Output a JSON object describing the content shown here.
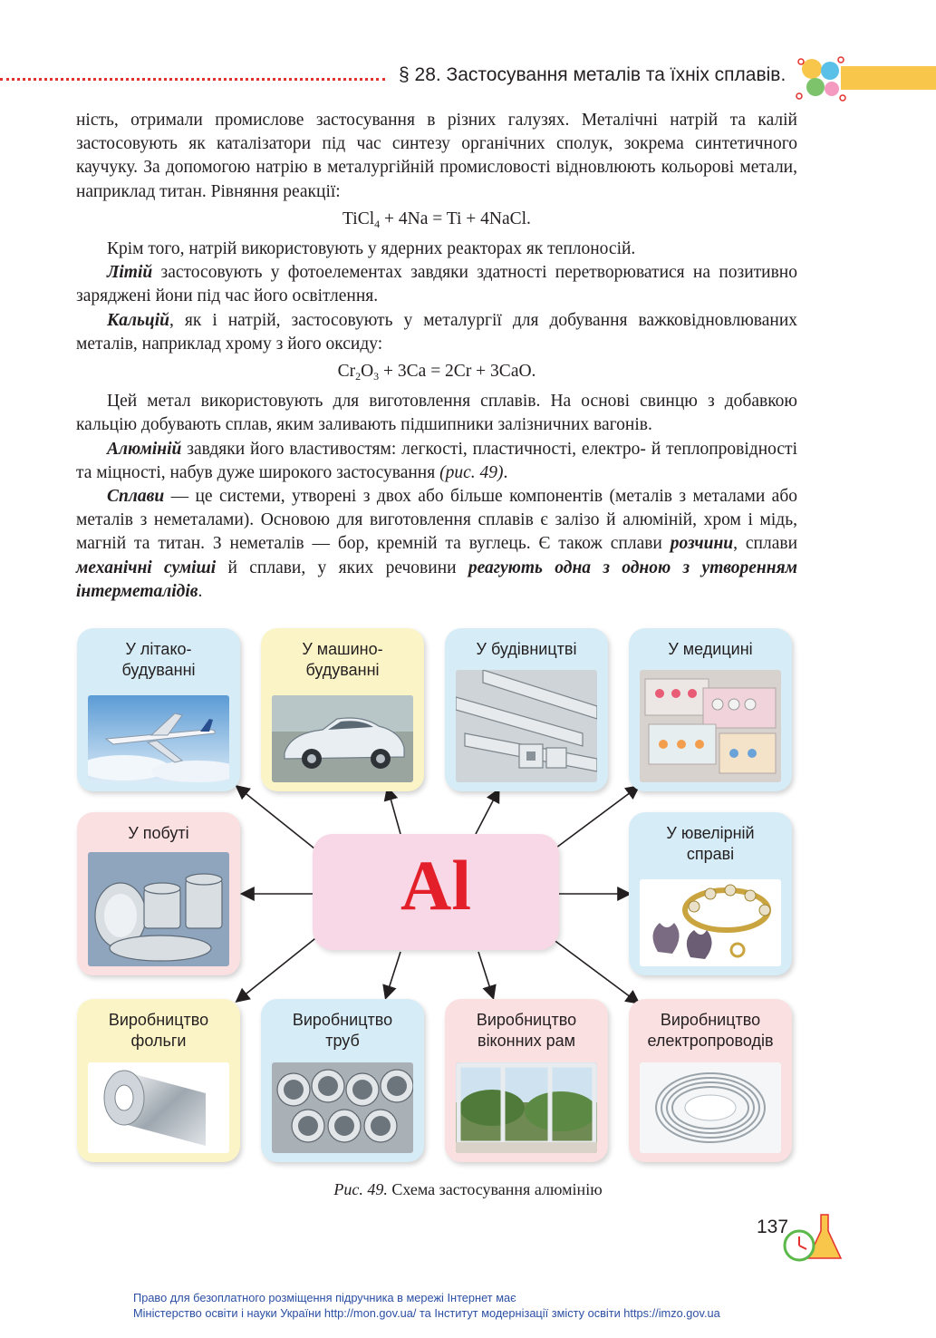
{
  "header": {
    "title": "§ 28. Застосування металів та їхніх сплавів."
  },
  "body": {
    "p1": "ність, отримали промислове застосування в різних галузях. Металічні натрій та калій застосовують як каталізатори під час синтезу органічних сполук, зокрема синтетичного каучуку. За допомогою натрію в металургійній промисловості відновлюють кольорові метали, наприклад титан. Рівняння реакції:",
    "eq1": {
      "a": "TiCl",
      "a_sub": "4",
      "rest": " + 4Na = Ti + 4NaCl."
    },
    "p2": "Крім того, натрій використовують у ядерних реакторах як теплоносій.",
    "p3_term": "Літій",
    "p3": " застосовують у фотоелементах завдяки здатності перетворюватися на позитивно заряджені йони під час його освітлення.",
    "p4_term": "Кальцій",
    "p4": ", як і натрій, застосовують у металургії для добування важковідновлюваних металів, наприклад хрому з його оксиду:",
    "eq2": {
      "a": "Cr",
      "a_sub": "2",
      "b": "O",
      "b_sub": "3",
      "rest": " + 3Ca = 2Cr + 3CaO."
    },
    "p5": "Цей метал використовують для виготовлення сплавів. На основі свинцю з добавкою кальцію добувають сплав, яким заливають підшипники залізничних вагонів.",
    "p6_term": "Алюміній",
    "p6": " завдяки його властивостям: легкості, пластичності, електро- й теплопровідності та міцності, набув дуже широкого застосування ",
    "p6_ref": "(рис. 49)",
    "p6_end": ".",
    "p7_term": "Сплави",
    "p7": " — це системи, утворені з двох або більше компонентів (металів з металами або металів з неметалами). Основою для виготовлення сплавів є залізо й алюміній, хром і мідь, магній та титан. З неметалів — бор, кремній та вуглець. Є також сплави ",
    "p7_t1": "розчини",
    "p7_m1": ", сплави ",
    "p7_t2": "механічні суміші",
    "p7_m2": " й сплави, у яких речовини ",
    "p7_t3": "реагують одна з одною з утворенням інтерметалідів",
    "p7_end": "."
  },
  "diagram": {
    "center": "Al",
    "cards": [
      {
        "label": "У літако-\nбудуванні",
        "icon": "airplane-image"
      },
      {
        "label": "У машино-\nбудуванні",
        "icon": "car-image"
      },
      {
        "label": "У будівництві",
        "icon": "aluminum-profiles-image"
      },
      {
        "label": "У медицині",
        "icon": "pill-blisters-image"
      },
      {
        "label": "У побуті",
        "icon": "cookware-image"
      },
      {
        "label": "У ювелірній\nсправі",
        "icon": "jewelry-image"
      },
      {
        "label": "Виробництво\nфольги",
        "icon": "foil-roll-image"
      },
      {
        "label": "Виробництво\nтруб",
        "icon": "pipes-image"
      },
      {
        "label": "Виробництво\nвіконних рам",
        "icon": "window-frame-image"
      },
      {
        "label": "Виробництво\nелектропроводів",
        "icon": "wire-coil-image"
      }
    ]
  },
  "caption": {
    "fig": "Рис. 49.",
    "text": " Схема застосування алюмінію"
  },
  "page_number": "137",
  "footer": {
    "line1": "Право для безоплатного розміщення підручника в мережі Інтернет має",
    "line2": "Міністерство освіти і науки України http://mon.gov.ua/ та Інститут модернізації змісту освіти https://imzo.gov.ua"
  },
  "colors": {
    "accent_red": "#e3202a",
    "header_band": "#f7c64b",
    "footer_blue": "#2b4fa3"
  }
}
